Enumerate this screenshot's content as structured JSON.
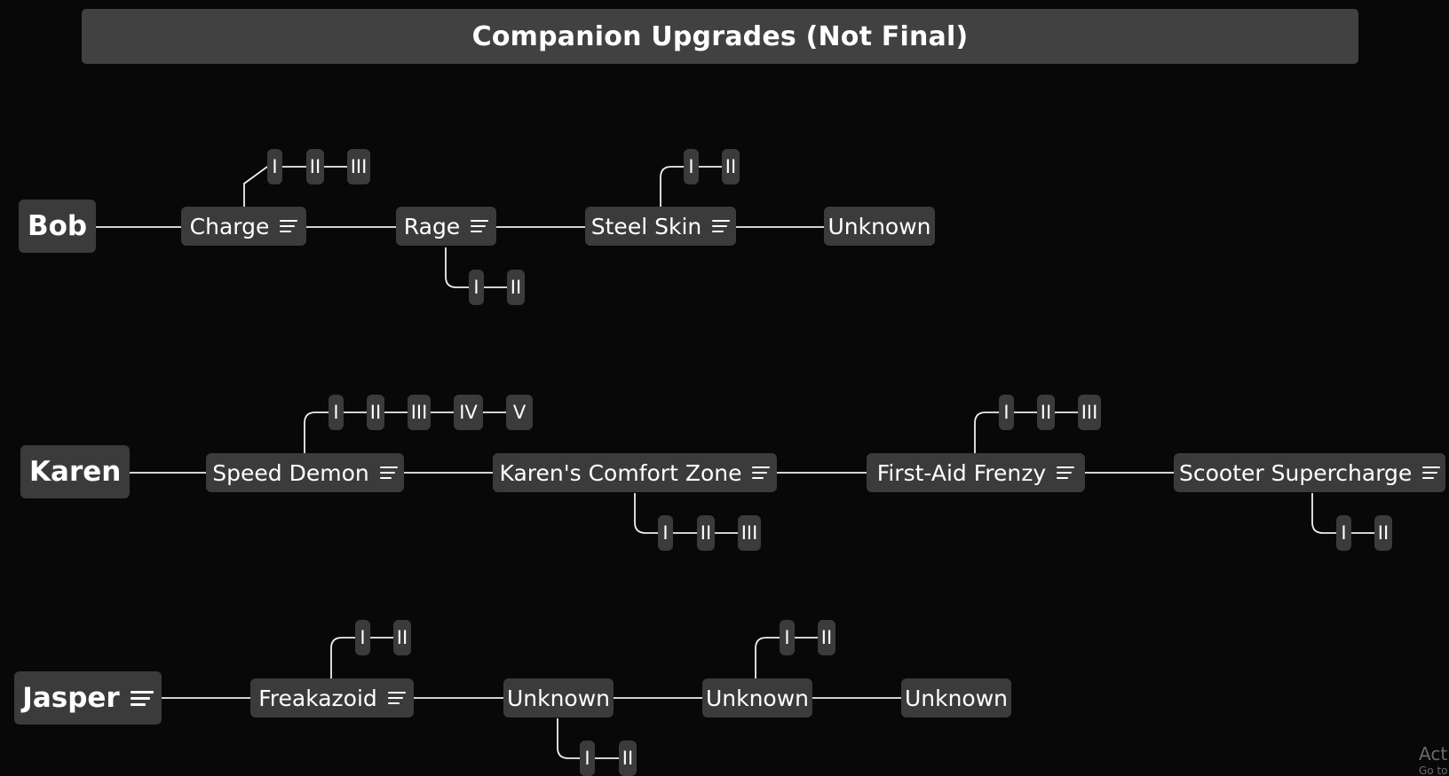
{
  "title": "Companion Upgrades (Not Final)",
  "companions": [
    {
      "name": "Bob",
      "skills": [
        {
          "label": "Charge",
          "notes": true,
          "tiers": [
            "I",
            "II",
            "III"
          ]
        },
        {
          "label": "Rage",
          "notes": true,
          "tiers": [
            "I",
            "II"
          ]
        },
        {
          "label": "Steel Skin",
          "notes": true,
          "tiers": [
            "I",
            "II"
          ]
        },
        {
          "label": "Unknown",
          "notes": false,
          "tiers": []
        }
      ]
    },
    {
      "name": "Karen",
      "skills": [
        {
          "label": "Speed Demon",
          "notes": true,
          "tiers": [
            "I",
            "II",
            "III",
            "IV",
            "V"
          ]
        },
        {
          "label": "Karen's Comfort Zone",
          "notes": true,
          "tiers": [
            "I",
            "II",
            "III"
          ]
        },
        {
          "label": "First-Aid Frenzy",
          "notes": true,
          "tiers": [
            "I",
            "II",
            "III"
          ]
        },
        {
          "label": "Scooter Supercharge",
          "notes": true,
          "tiers": [
            "I",
            "II"
          ]
        }
      ]
    },
    {
      "name": "Jasper",
      "notes": true,
      "skills": [
        {
          "label": "Freakazoid",
          "notes": true,
          "tiers": [
            "I",
            "II"
          ]
        },
        {
          "label": "Unknown",
          "notes": false,
          "tiers": [
            "I",
            "II"
          ]
        },
        {
          "label": "Unknown",
          "notes": false,
          "tiers": [
            "I",
            "II"
          ]
        },
        {
          "label": "Unknown",
          "notes": false,
          "tiers": []
        }
      ]
    }
  ],
  "watermark": {
    "line1": "Acti",
    "line2": "Go to"
  },
  "colors": {
    "background": "#080808",
    "node": "#3b3b3b",
    "title_bar": "#414141",
    "connector": "#f0f0f0"
  }
}
